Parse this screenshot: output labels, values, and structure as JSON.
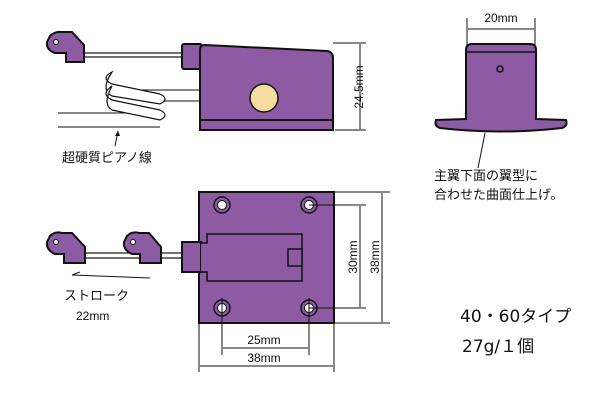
{
  "labels": {
    "piano_wire": "超硬質ピアノ線",
    "stroke": "ストローク",
    "stroke_length": "22mm",
    "height_side": "24.5mm",
    "width_front": "20mm",
    "hole_spacing_v": "30mm",
    "plate_height": "38mm",
    "hole_spacing_h": "25mm",
    "plate_width": "38mm",
    "note_line1": "主翼下面の翼型に",
    "note_line2": "合わせた曲面仕上げ。",
    "type": "40・60タイプ",
    "weight": "27g/１個"
  },
  "colors": {
    "body": "#8c5ba3",
    "pin": "#f5dca0"
  }
}
